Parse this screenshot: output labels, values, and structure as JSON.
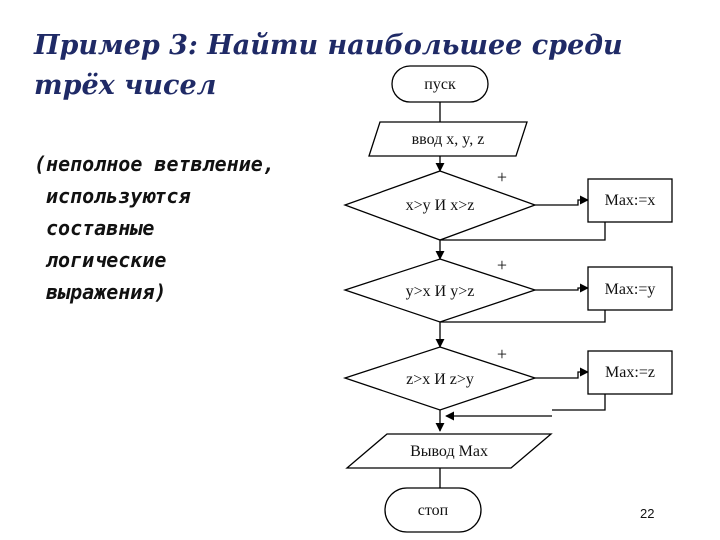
{
  "slide": {
    "title_line1": "Пример 3: Найти наибольшее среди",
    "title_line2": "трёх чисел",
    "note_lines": [
      "(неполное ветвление,",
      "используются",
      "составные",
      "логические",
      "выражения)"
    ],
    "page_number": "22"
  },
  "flowchart": {
    "start": "пуск",
    "input": "ввод x, y, z",
    "decision1": "x>y И x>z",
    "decision2": "y>x И y>z",
    "decision3": "z>x И z>y",
    "yes_mark": "+",
    "action1": "Max:=x",
    "action2": "Max:=y",
    "action3": "Max:=z",
    "output": "Вывод Max",
    "stop": "стоп"
  },
  "colors": {
    "title": "#1f2a66",
    "text": "#111111",
    "lines": "#000000"
  }
}
